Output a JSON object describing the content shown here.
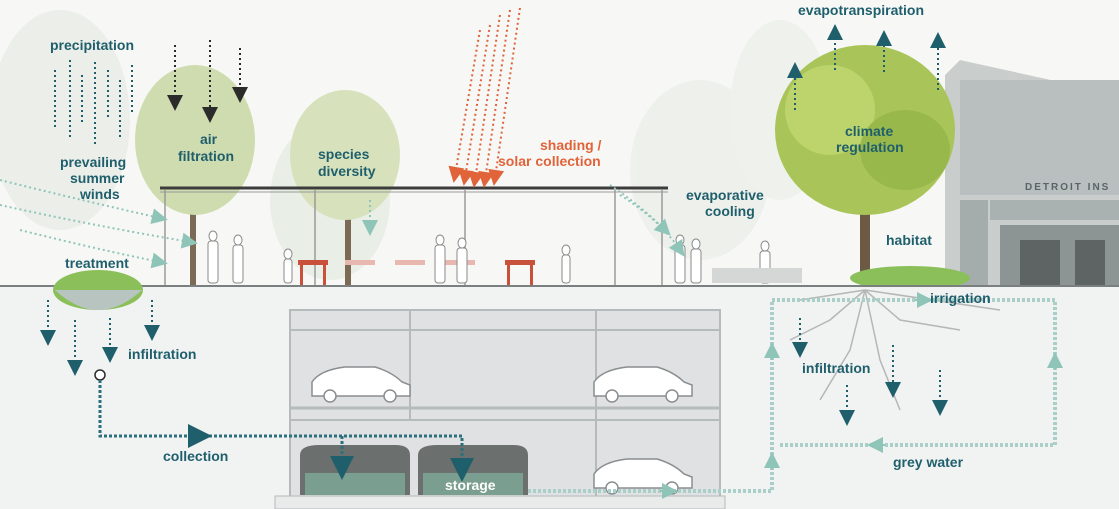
{
  "labels": {
    "precipitation": "precipitation",
    "air": "air",
    "filtration": "filtration",
    "prevailing": "prevailing",
    "summer": "summer",
    "winds": "winds",
    "species": "species",
    "diversity": "diversity",
    "shading": "shading /",
    "solar_collection": "solar collection",
    "evapotranspiration": "evapotranspiration",
    "climate": "climate",
    "regulation": "regulation",
    "evaporative": "evaporative",
    "cooling": "cooling",
    "habitat": "habitat",
    "treatment": "treatment",
    "infiltration_left": "infiltration",
    "irrigation": "irrigation",
    "infiltration_right": "infiltration",
    "collection": "collection",
    "storage": "storage",
    "grey_water": "grey water",
    "building_sign": "DETROIT INS"
  },
  "colors": {
    "label_teal": "#1f5f6c",
    "accent_orange": "#e0633a",
    "arrow_light": "#a9cfc8",
    "pipe_teal": "#2c6f7d",
    "ground": "#f3f4f4",
    "garage": "#d9dcdd"
  }
}
